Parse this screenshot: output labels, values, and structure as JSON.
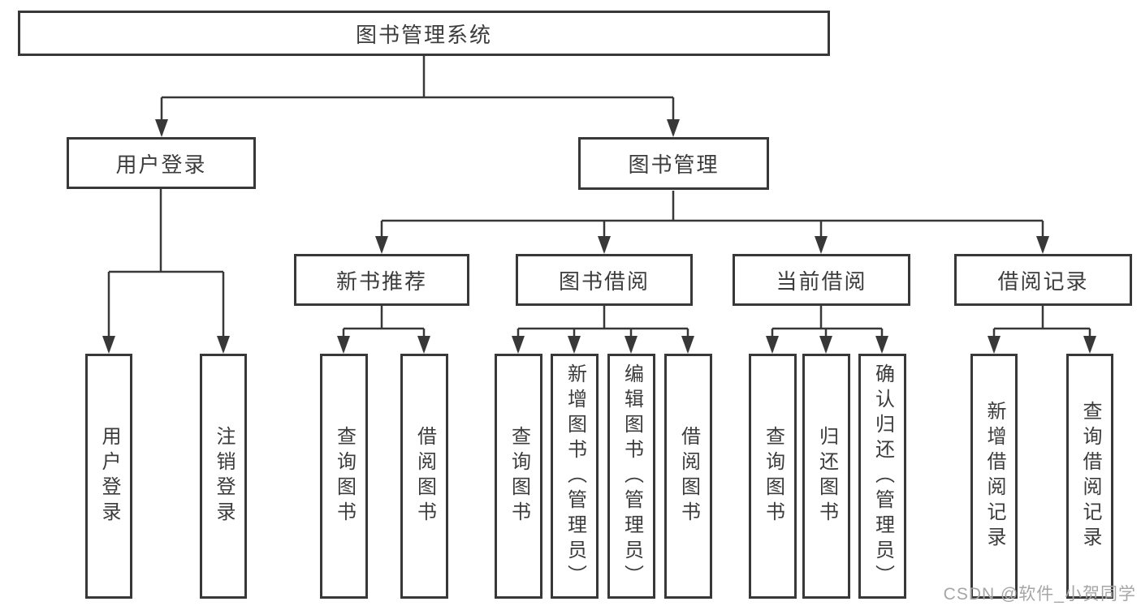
{
  "tree": {
    "root": {
      "label": "图书管理系统",
      "children": [
        {
          "label": "用户登录",
          "children": [
            {
              "label": "用户登录"
            },
            {
              "label": "注销登录"
            }
          ]
        },
        {
          "label": "图书管理",
          "children": [
            {
              "label": "新书推荐",
              "children": [
                {
                  "label": "查询图书"
                },
                {
                  "label": "借阅图书"
                }
              ]
            },
            {
              "label": "图书借阅",
              "children": [
                {
                  "label": "查询图书"
                },
                {
                  "label": "新增图书（管理员）"
                },
                {
                  "label": "编辑图书（管理员）"
                },
                {
                  "label": "借阅图书"
                }
              ]
            },
            {
              "label": "当前借阅",
              "children": [
                {
                  "label": "查询图书"
                },
                {
                  "label": "归还图书"
                },
                {
                  "label": "确认归还（管理员）"
                }
              ]
            },
            {
              "label": "借阅记录",
              "children": [
                {
                  "label": "新增借阅记录"
                },
                {
                  "label": "查询借阅记录"
                }
              ]
            }
          ]
        }
      ]
    }
  },
  "watermark": {
    "text": "CSDN @软件_小贺同学"
  },
  "colors": {
    "line": "#383838",
    "box_border": "#383838",
    "text": "#3c3c3c",
    "watermark": "#a6a6a6",
    "background": "#ffffff"
  }
}
